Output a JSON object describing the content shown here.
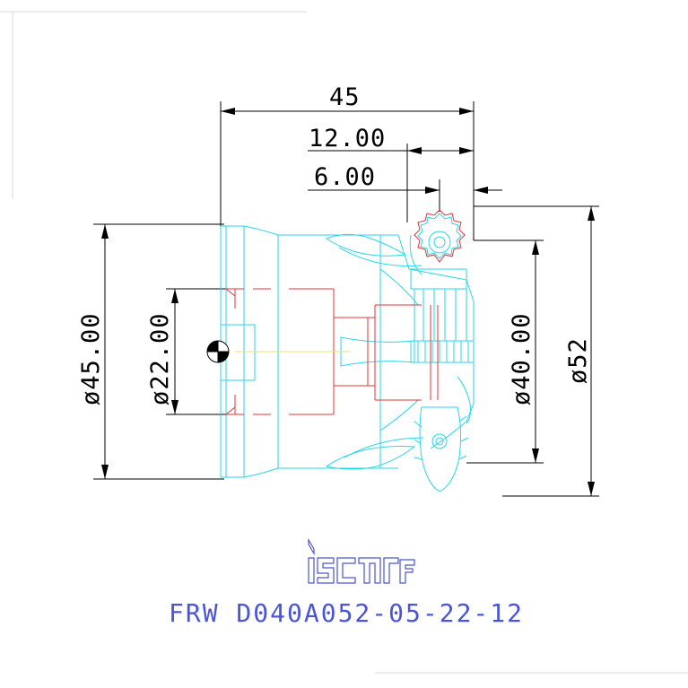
{
  "dimensions": {
    "overall_length": "45",
    "insert_offset": "12.00",
    "small_offset": "6.00",
    "body_diameter": "ø45.00",
    "bore_diameter": "ø22.00",
    "cutting_diameter": "ø40.00",
    "outer_diameter": "ø52"
  },
  "brand": {
    "logo_text": "iscar"
  },
  "designation": "FRW D040A052-05-22-12",
  "colors": {
    "dimension": "#000000",
    "outline": "#29d6e8",
    "hidden": "#e0343a",
    "designation": "#4a55d6",
    "centerline": "#e8e27a"
  }
}
